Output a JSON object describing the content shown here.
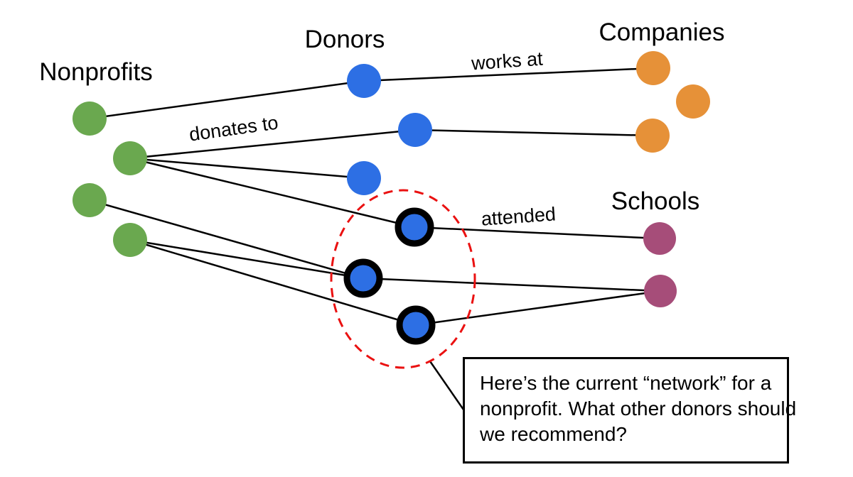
{
  "diagram": {
    "groups": [
      {
        "id": "nonprofits",
        "label": "Nonprofits",
        "color": "#6aa84f",
        "node_count": 4
      },
      {
        "id": "donors",
        "label": "Donors",
        "color": "#2d6fe4",
        "node_count": 6,
        "highlighted_node_count": 3
      },
      {
        "id": "companies",
        "label": "Companies",
        "color": "#e69138",
        "node_count": 3
      },
      {
        "id": "schools",
        "label": "Schools",
        "color": "#a64d79",
        "node_count": 2
      }
    ],
    "edge_labels": {
      "works_at": "works at",
      "donates_to": "donates to",
      "attended": "attended"
    },
    "edges": [
      "nonprofit1 - donor1",
      "nonprofit2 - donor2 (donates to)",
      "nonprofit2 - donor3",
      "nonprofit2 - donor4-highlighted",
      "nonprofit3 - donor5-highlighted",
      "nonprofit4 - donor5-highlighted",
      "nonprofit4 - donor6-highlighted",
      "donor1 - company1 (works at)",
      "donor2 - company3",
      "donor4-highlighted - school1 (attended)",
      "donor5-highlighted - school2",
      "donor6-highlighted - school2"
    ],
    "highlight": {
      "shape": "dashed-ellipse",
      "color": "#ea1111",
      "ring_color": "#000000"
    },
    "callout": {
      "full_text": "Here’s the current “network” for a nonprofit. What other donors should we recommend?",
      "lines": [
        "Here’s the current “network” for a",
        "nonprofit. What other donors should",
        "we recommend?"
      ]
    }
  }
}
